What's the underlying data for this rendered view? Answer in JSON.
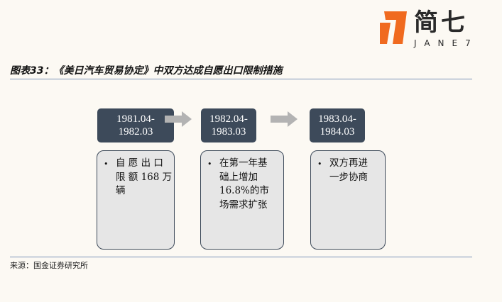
{
  "logo": {
    "cn": "简七",
    "en": "JANE7"
  },
  "figure": {
    "title": "图表33：《美日汽车贸易协定》中双方达成自愿出口限制措施",
    "source": "来源：国金证券研究所"
  },
  "stages": [
    {
      "period_line1": "1981.04-",
      "period_line2": "1982.03",
      "lines": [
        "自 愿 出 口",
        "限 额 168 万",
        "辆"
      ]
    },
    {
      "period_line1": "1982.04-",
      "period_line2": "1983.03",
      "lines": [
        "在第一年基",
        "础上增加",
        "16.8%的市",
        "场需求扩张"
      ]
    },
    {
      "period_line1": "1983.04-",
      "period_line2": "1984.03",
      "lines": [
        "双方再进",
        "一步协商"
      ]
    }
  ],
  "colors": {
    "period_bg": "#3d4a5a",
    "detail_bg": "#e6e6e6",
    "arrow": "#b3b3b3",
    "logo_orange": "#f06a1f"
  }
}
